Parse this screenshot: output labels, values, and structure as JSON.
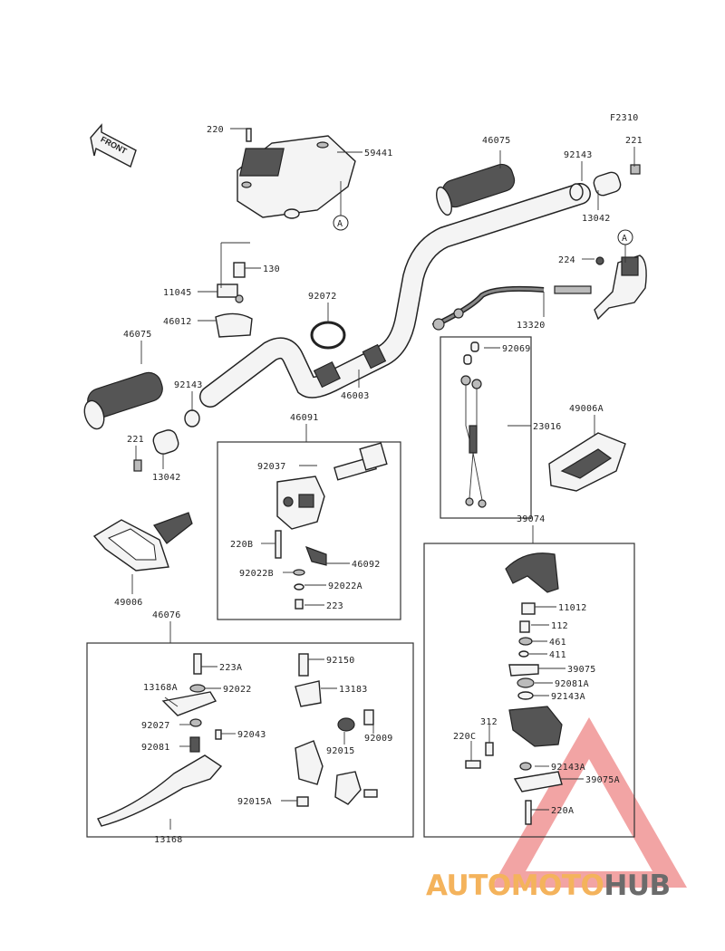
{
  "diagram_code": "F2310",
  "front_label": "FRONT",
  "watermark": {
    "part1": "AUTOMOTO",
    "part2": "HUB",
    "color_main": "#f4b35c",
    "color_accent": "#6b6b6b",
    "triangle_color": "#e85a5a"
  },
  "parts": [
    {
      "id": "p220a",
      "text": "220"
    },
    {
      "id": "p59441",
      "text": "59441"
    },
    {
      "id": "p46075a",
      "text": "46075"
    },
    {
      "id": "p92143a",
      "text": "92143"
    },
    {
      "id": "p221a",
      "text": "221"
    },
    {
      "id": "p13042a",
      "text": "13042"
    },
    {
      "id": "p130",
      "text": "130"
    },
    {
      "id": "p11045",
      "text": "11045"
    },
    {
      "id": "p46012",
      "text": "46012"
    },
    {
      "id": "p92072",
      "text": "92072"
    },
    {
      "id": "p224",
      "text": "224"
    },
    {
      "id": "p13320",
      "text": "13320"
    },
    {
      "id": "p46075b",
      "text": "46075"
    },
    {
      "id": "p92143b",
      "text": "92143"
    },
    {
      "id": "p46003",
      "text": "46003"
    },
    {
      "id": "p92069",
      "text": "92069"
    },
    {
      "id": "p221b",
      "text": "221"
    },
    {
      "id": "p13042b",
      "text": "13042"
    },
    {
      "id": "p46091",
      "text": "46091"
    },
    {
      "id": "p23016",
      "text": "23016"
    },
    {
      "id": "p49006a",
      "text": "49006A"
    },
    {
      "id": "p92037",
      "text": "92037"
    },
    {
      "id": "p220b",
      "text": "220B"
    },
    {
      "id": "p46092",
      "text": "46092"
    },
    {
      "id": "p92022b",
      "text": "92022B"
    },
    {
      "id": "p92022a",
      "text": "92022A"
    },
    {
      "id": "p223",
      "text": "223"
    },
    {
      "id": "p49006",
      "text": "49006"
    },
    {
      "id": "p39074",
      "text": "39074"
    },
    {
      "id": "p46076",
      "text": "46076"
    },
    {
      "id": "p11012",
      "text": "11012"
    },
    {
      "id": "p112",
      "text": "112"
    },
    {
      "id": "p461",
      "text": "461"
    },
    {
      "id": "p411",
      "text": "411"
    },
    {
      "id": "p223a",
      "text": "223A"
    },
    {
      "id": "p92150",
      "text": "92150"
    },
    {
      "id": "p39075",
      "text": "39075"
    },
    {
      "id": "p13168a",
      "text": "13168A"
    },
    {
      "id": "p92022",
      "text": "92022"
    },
    {
      "id": "p13183",
      "text": "13183"
    },
    {
      "id": "p92081a",
      "text": "92081A"
    },
    {
      "id": "p92143a2",
      "text": "92143A"
    },
    {
      "id": "p92027",
      "text": "92027"
    },
    {
      "id": "p92043",
      "text": "92043"
    },
    {
      "id": "p92009",
      "text": "92009"
    },
    {
      "id": "p312",
      "text": "312"
    },
    {
      "id": "p220c",
      "text": "220C"
    },
    {
      "id": "p92081",
      "text": "92081"
    },
    {
      "id": "p92015",
      "text": "92015"
    },
    {
      "id": "p92143a3",
      "text": "92143A"
    },
    {
      "id": "p39075a",
      "text": "39075A"
    },
    {
      "id": "p92015a",
      "text": "92015A"
    },
    {
      "id": "p220a2",
      "text": "220A"
    },
    {
      "id": "p13168",
      "text": "13168"
    }
  ],
  "callouts": [
    {
      "id": "refA1",
      "text": "A"
    },
    {
      "id": "refA2",
      "text": "A"
    }
  ]
}
